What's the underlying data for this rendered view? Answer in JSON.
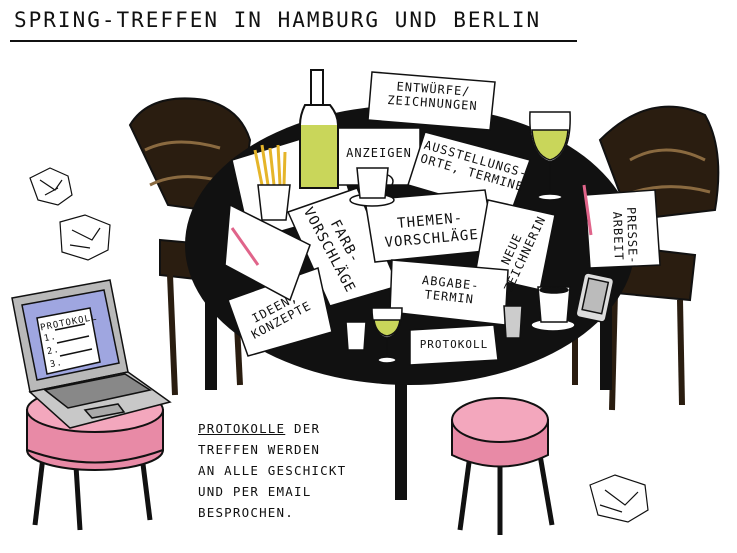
{
  "title": "SPRING-TREFFEN IN HAMBURG UND BERLIN",
  "notes": {
    "entwuerfe": "ENTWÜRFE/\nZEICHNUNGEN",
    "anzeigen": "ANZEIGEN",
    "ausstellungsorte": "AUSSTELLUNGS-\nORTE, TERMINE",
    "farbvorschlaege": "FARB-\nVORSCHLÄGE",
    "themenvorschlaege": "THEMEN-\nVORSCHLÄGE",
    "neue_zeichnerin": "NEUE\nZEICHNERIN",
    "pressearbeit": "PRESSE-\nARBEIT",
    "abgabetermin": "ABGABE-\nTERMIN",
    "ideen_konzepte": "IDEEN,\nKONZEPTE",
    "protokoll": "PROTOKOLL"
  },
  "laptop": {
    "label": "PROTOKOLL",
    "items": [
      "1.",
      "2.",
      "3."
    ]
  },
  "caption": {
    "underlined": "PROTOKOLLE",
    "rest_line1": " DER",
    "line2": "TREFFEN WERDEN",
    "line3": "AN ALLE GESCHICKT",
    "line4": "UND PER EMAIL",
    "line5": "BESPROCHEN."
  },
  "colors": {
    "table": "#111111",
    "chair_wood": "#2a1d10",
    "stool_pink": "#e88aa6",
    "wine": "#c9d65a",
    "laptop_screen": "#9fa6e0",
    "laptop_body": "#b9b9b9"
  }
}
